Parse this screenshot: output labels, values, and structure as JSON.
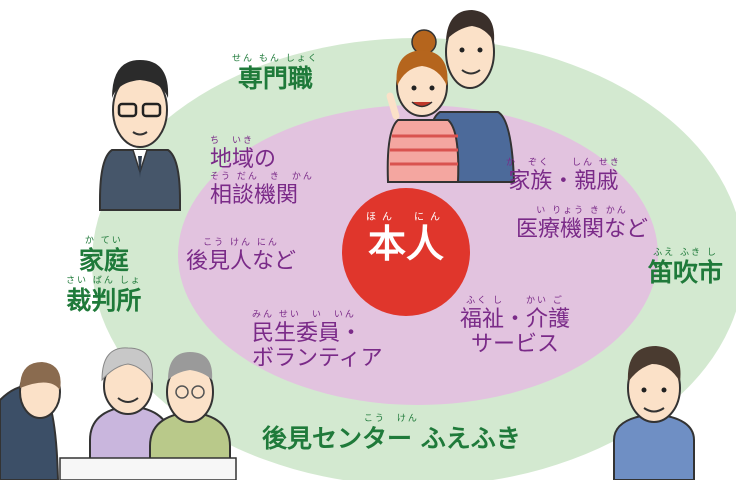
{
  "colors": {
    "outer_ring": "#d3e9d0",
    "inner_ring": "#e2c3df",
    "center": "#e0362c",
    "outer_text": "#1f7a3a",
    "inner_text": "#7a2a88"
  },
  "center": {
    "ruby": "ほん　にん",
    "label": "本人"
  },
  "outer_ring": {
    "professional": {
      "ruby": "せん もん しょく",
      "label": "専門職"
    },
    "family_court": {
      "ruby1": "か てい",
      "line1": "家庭",
      "ruby2": "さい ばん しょ",
      "line2": "裁判所"
    },
    "city": {
      "ruby": "ふえ ふき し",
      "label": "笛吹市"
    },
    "center_org": {
      "ruby": "こう　けん",
      "label": "後見センター ふえふき"
    }
  },
  "inner_ring": {
    "community": {
      "ruby1": "ち　いき",
      "line1": "地域の",
      "ruby2": "そう だん　き　かん",
      "line2": "相談機関"
    },
    "guardians": {
      "ruby": "こう けん にん",
      "label": "後見人など"
    },
    "volunteers": {
      "ruby": "みん せい　い　いん",
      "line1": "民生委員・",
      "line2": "ボランティア"
    },
    "family": {
      "ruby": "か　ぞく　　しん せき",
      "label": "家族・親戚"
    },
    "medical": {
      "ruby": "い りょう き かん",
      "label": "医療機関など"
    },
    "welfare": {
      "ruby": "ふく し　　かい ご",
      "line1": "福祉・介護",
      "line2": "サービス"
    }
  },
  "illustrations": [
    "professional-man",
    "couple",
    "meeting-group",
    "young-man"
  ]
}
